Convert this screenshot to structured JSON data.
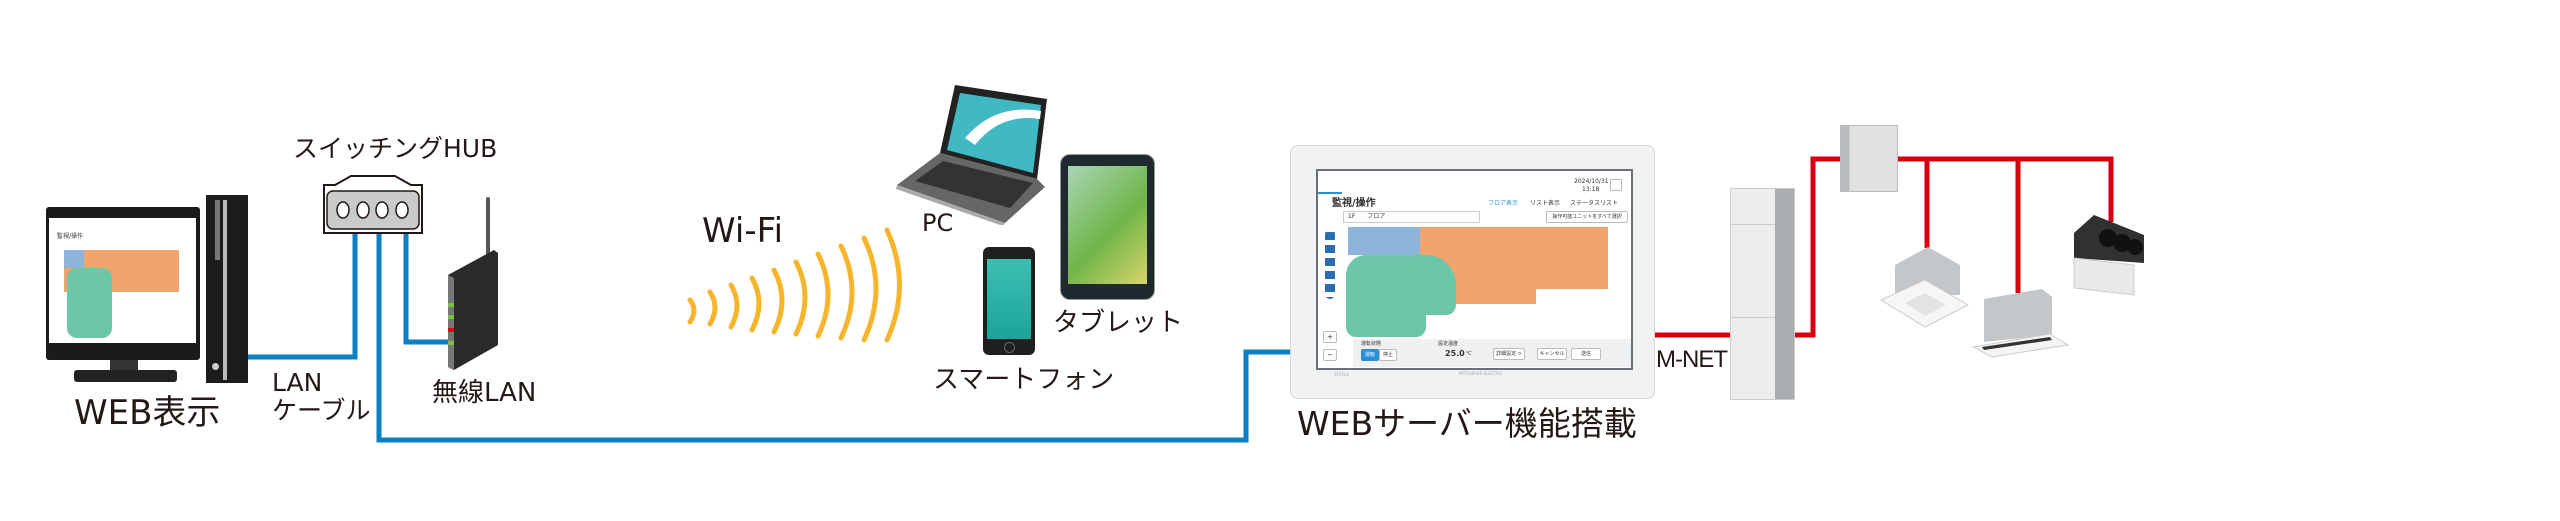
{
  "labels": {
    "web_display": "WEB表示",
    "lan": "LAN",
    "cable": "ケーブル",
    "switching_hub": "スイッチングHUB",
    "wireless_lan": "無線LAN",
    "wifi": "Wi-Fi",
    "pc": "PC",
    "tablet": "タブレット",
    "smartphone": "スマートフォン",
    "web_server": "WEBサーバー機能搭載",
    "mnet": "M-NET"
  },
  "screen": {
    "title": "監視/操作",
    "tabs": [
      "フロア表示",
      "リスト表示",
      "ステータスリスト"
    ],
    "floor_select": "1F　　フロア",
    "select_all": "操作可能ユニットをすべて選択",
    "date": "2024/10/31",
    "time": "13:18",
    "run_state_label": "運転状態",
    "run": "運転",
    "stop": "停止",
    "set_temp_label": "設定温度",
    "set_temp": "25.0",
    "temp_unit": "℃",
    "detail": "詳細設定 >",
    "cancel": "キャンセル",
    "send": "送信",
    "zoom_in": "+",
    "zoom_out": "−"
  },
  "panel": {
    "brand": "MITSUBISHI ELECTRIC",
    "status": "STATUS"
  },
  "colors": {
    "lan_cable": "#0a7fc2",
    "mnet_cable": "#d7000f",
    "wifi_waves": "#f7b52c",
    "floor_orange": "#f0a46e",
    "floor_green": "#6cc7a6",
    "floor_blue": "#8fb4dc"
  }
}
